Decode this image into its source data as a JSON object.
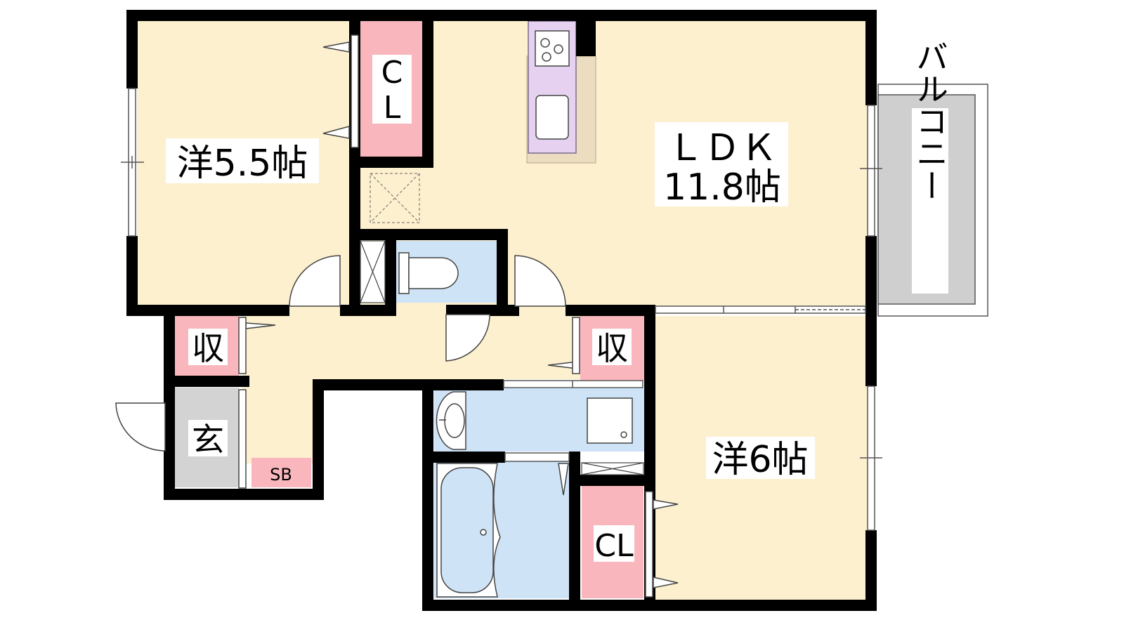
{
  "rooms": {
    "western_room_1": "洋5.5帖",
    "closet_1_line1": "C",
    "closet_1_line2": "L",
    "ldk_title": "ＬＤＫ",
    "ldk_size": "11.8帖",
    "balcony": "バルコニー",
    "storage_left": "収",
    "storage_right": "収",
    "entrance": "玄",
    "shoe_box": "SB",
    "western_room_2": "洋6帖",
    "closet_2": "CL"
  },
  "colors": {
    "wall": "#000000",
    "room_floor": "#fdf0cf",
    "closet": "#f9b7bd",
    "wet_area": "#cfe3f7",
    "kitchen": "#e6d2f0",
    "entrance": "#d3d3d3",
    "balcony": "#cfcfcf"
  }
}
